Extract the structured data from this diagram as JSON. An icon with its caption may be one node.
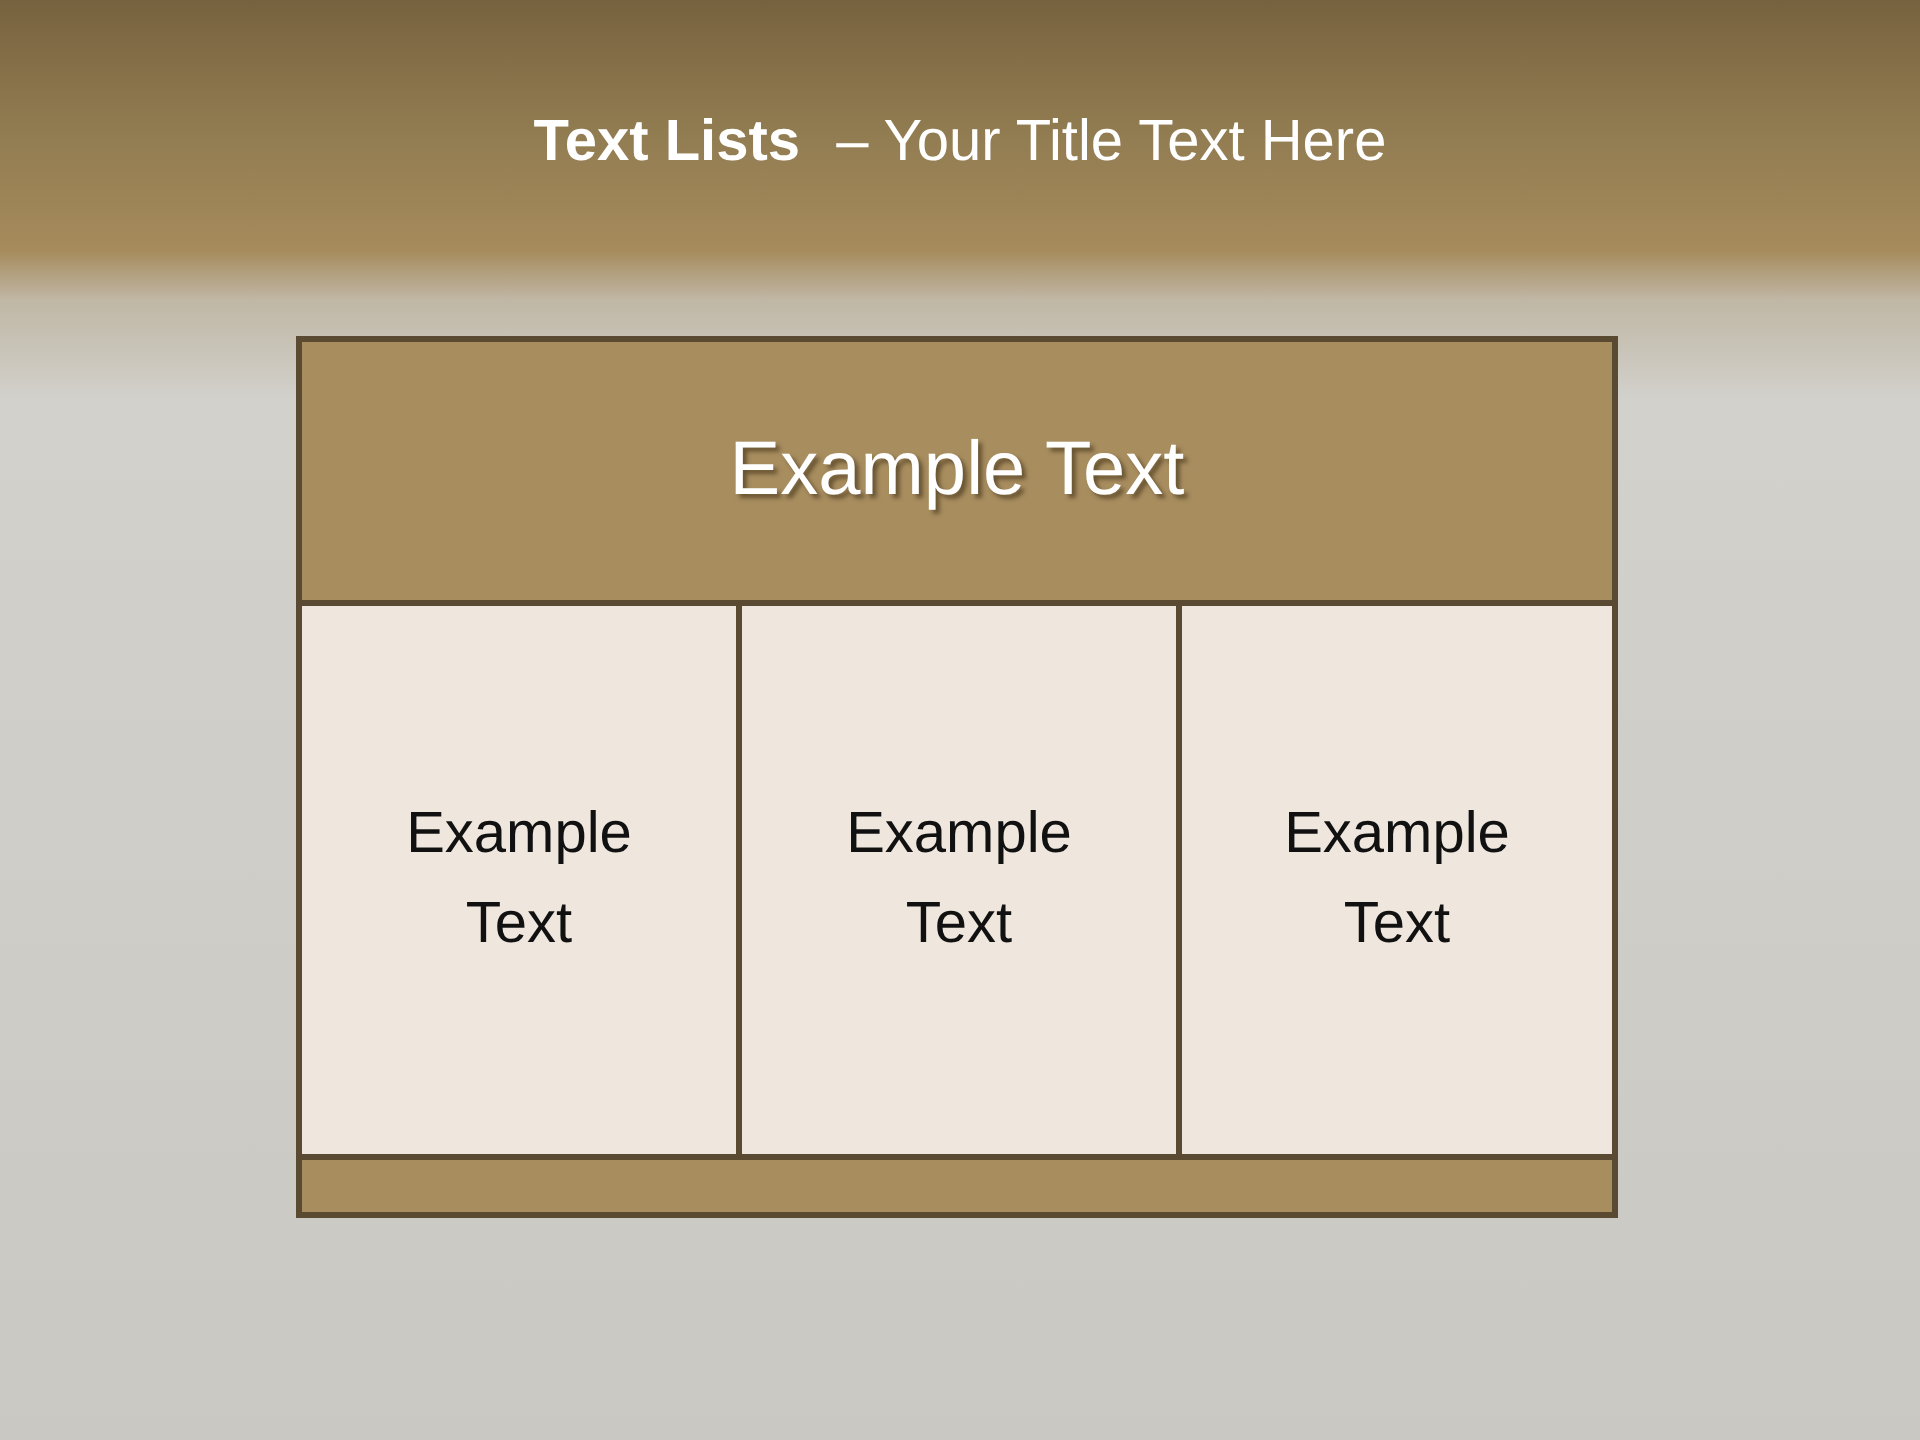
{
  "diagram": {
    "title": "**Text Lists** – Your Title Text Here",
    "nodes": [
      {
        "text": [
          "Example Text"
        ]
      },
      {
        "text": [
          "Example Text"
        ]
      },
      {
        "text": [
          "Example Text"
        ]
      },
      {
        "text": [
          "Example Text"
        ]
      },
      {
        "text": [],
        "shape": "bar"
      }
    ],
    "edges": []
  }
}
